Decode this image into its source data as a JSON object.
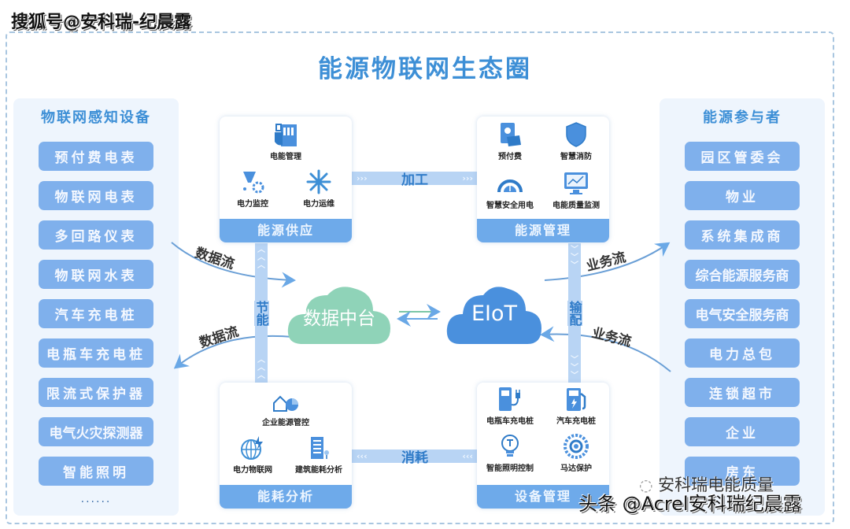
{
  "watermark_top": "搜狐号@安科瑞-纪晨露",
  "title": "能源物联网生态圈",
  "left_column": {
    "title": "物联网感知设备",
    "items": [
      "预付费电表",
      "物联网电表",
      "多回路仪表",
      "物联网水表",
      "汽车充电桩",
      "电瓶车充电桩",
      "限流式保护器",
      "电气火灾探测器",
      "智能照明"
    ],
    "more": "......"
  },
  "right_column": {
    "title": "能源参与者",
    "items": [
      "园区管委会",
      "物业",
      "系统集成商",
      "综合能源服务商",
      "电气安全服务商",
      "电力总包",
      "连锁超市",
      "企业",
      "房东"
    ]
  },
  "cards": {
    "supply": {
      "title": "能源供应",
      "items": [
        {
          "label": "电能管理",
          "icon": "building-meter-icon"
        },
        {
          "label": "电力监控",
          "icon": "monitor-gear-icon"
        },
        {
          "label": "电力运维",
          "icon": "asterisk-icon"
        }
      ]
    },
    "manage": {
      "title": "能源管理",
      "items": [
        {
          "label": "预付费",
          "icon": "prepaid-card-icon"
        },
        {
          "label": "智慧消防",
          "icon": "shield-icon"
        },
        {
          "label": "智慧安全用电",
          "icon": "gauge-icon"
        },
        {
          "label": "电能质量监测",
          "icon": "monitor-chart-icon"
        }
      ]
    },
    "analysis": {
      "title": "能耗分析",
      "items": [
        {
          "label": "企业能源管控",
          "icon": "house-pie-icon"
        },
        {
          "label": "电力物联网",
          "icon": "globe-bolt-icon"
        },
        {
          "label": "建筑能耗分析",
          "icon": "building-icon"
        }
      ]
    },
    "device": {
      "title": "设备管理",
      "items": [
        {
          "label": "电瓶车充电桩",
          "icon": "charger-plug-icon"
        },
        {
          "label": "汽车充电桩",
          "icon": "fuel-charger-icon"
        },
        {
          "label": "智能照明控制",
          "icon": "bulb-icon"
        },
        {
          "label": "马达保护",
          "icon": "motor-ring-icon"
        }
      ]
    }
  },
  "connectors": {
    "process": "加工",
    "consume": "消耗",
    "save": "节能",
    "distribute": "输配",
    "chev_right": "›",
    "chev_left": "‹",
    "chev_up": "︿",
    "chev_down": "﹀"
  },
  "clouds": {
    "data_center": "数据中台",
    "eiot": "EIoT"
  },
  "flows": {
    "data_in": "数据流",
    "data_out": "数据流",
    "business_out": "业务流",
    "business_in": "业务流"
  },
  "colors": {
    "accent": "#3d8fd6",
    "item_bg": "#7fb0ec",
    "column_bg": "#eef5fd",
    "card_title_bg": "#6eaaea",
    "cloud_green": "#8fd3b8",
    "cloud_blue": "#4a90dd"
  },
  "watermark_wechat": "安科瑞电能质量",
  "watermark_bottom": "头条 @Acrel安科瑞纪晨露"
}
